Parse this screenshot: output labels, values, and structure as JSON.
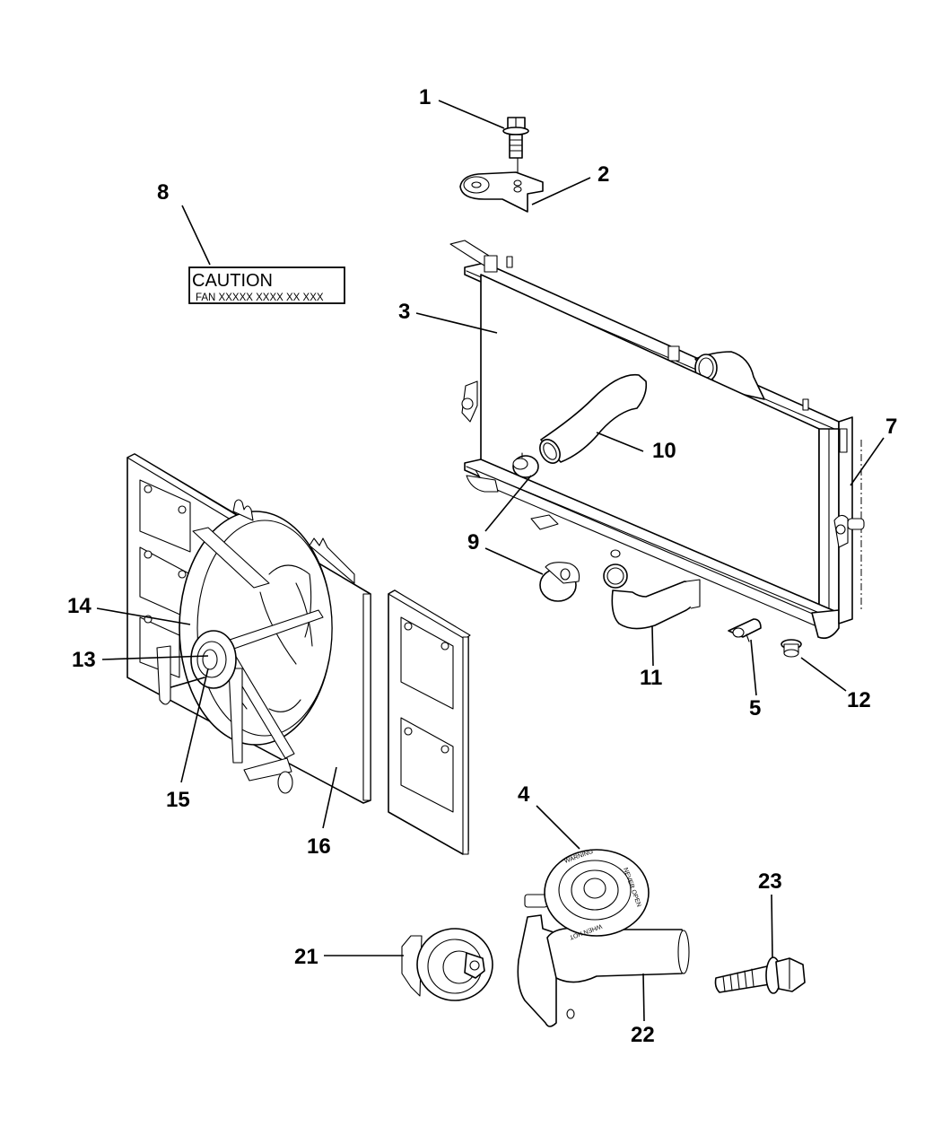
{
  "diagram": {
    "title": "Radiator & Related Parts – Exploded View",
    "caution_label": {
      "title": "CAUTION",
      "text": "FAN  XXXXX  XXXX  XX  XXX"
    },
    "callouts": [
      {
        "number": "1",
        "part": "bolt"
      },
      {
        "number": "2",
        "part": "radiator-mount-bracket"
      },
      {
        "number": "3",
        "part": "radiator"
      },
      {
        "number": "4",
        "part": "radiator-cap"
      },
      {
        "number": "5",
        "part": "drain-valve"
      },
      {
        "number": "7",
        "part": "side-seal"
      },
      {
        "number": "8",
        "part": "caution-label"
      },
      {
        "number": "9",
        "part": "hose-clamps"
      },
      {
        "number": "10",
        "part": "upper-radiator-hose"
      },
      {
        "number": "11",
        "part": "lower-radiator-hose"
      },
      {
        "number": "12",
        "part": "lower-isolator"
      },
      {
        "number": "13",
        "part": "fan-motor"
      },
      {
        "number": "14",
        "part": "fan-blade"
      },
      {
        "number": "15",
        "part": "fan-nut"
      },
      {
        "number": "16",
        "part": "fan-shroud"
      },
      {
        "number": "21",
        "part": "thermostat"
      },
      {
        "number": "22",
        "part": "thermostat-housing"
      },
      {
        "number": "23",
        "part": "housing-bolt"
      }
    ],
    "cap_markings": [
      "WARNING",
      "NEVER OPEN",
      "WHEN HOT"
    ]
  }
}
